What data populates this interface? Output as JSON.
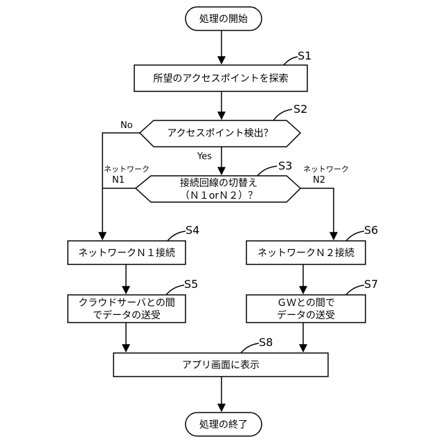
{
  "nodes": {
    "start": "処理の開始",
    "s1": "所望のアクセスポイントを探索",
    "s2": "アクセスポイント検出？",
    "s3_line1": "接続回線の切替え",
    "s3_line2": "（Ｎ１orＮ２）？",
    "s4": "ネットワークＮ１接続",
    "s5_line1": "クラウドサーバとの間",
    "s5_line2": "でデータの送受",
    "s6": "ネットワークＮ２接続",
    "s7_line1": "ＧＷとの間で",
    "s7_line2": "データの送受",
    "s8": "アプリ画面に表示",
    "end": "処理の終了"
  },
  "steps": {
    "s1": "S1",
    "s2": "S2",
    "s3": "S3",
    "s4": "S4",
    "s5": "S5",
    "s6": "S6",
    "s7": "S7",
    "s8": "S8"
  },
  "edges": {
    "no": "No",
    "yes": "Yes",
    "n1_top": "ネットワーク",
    "n1_bottom": "N1",
    "n2_top": "ネットワーク",
    "n2_bottom": "N2"
  }
}
